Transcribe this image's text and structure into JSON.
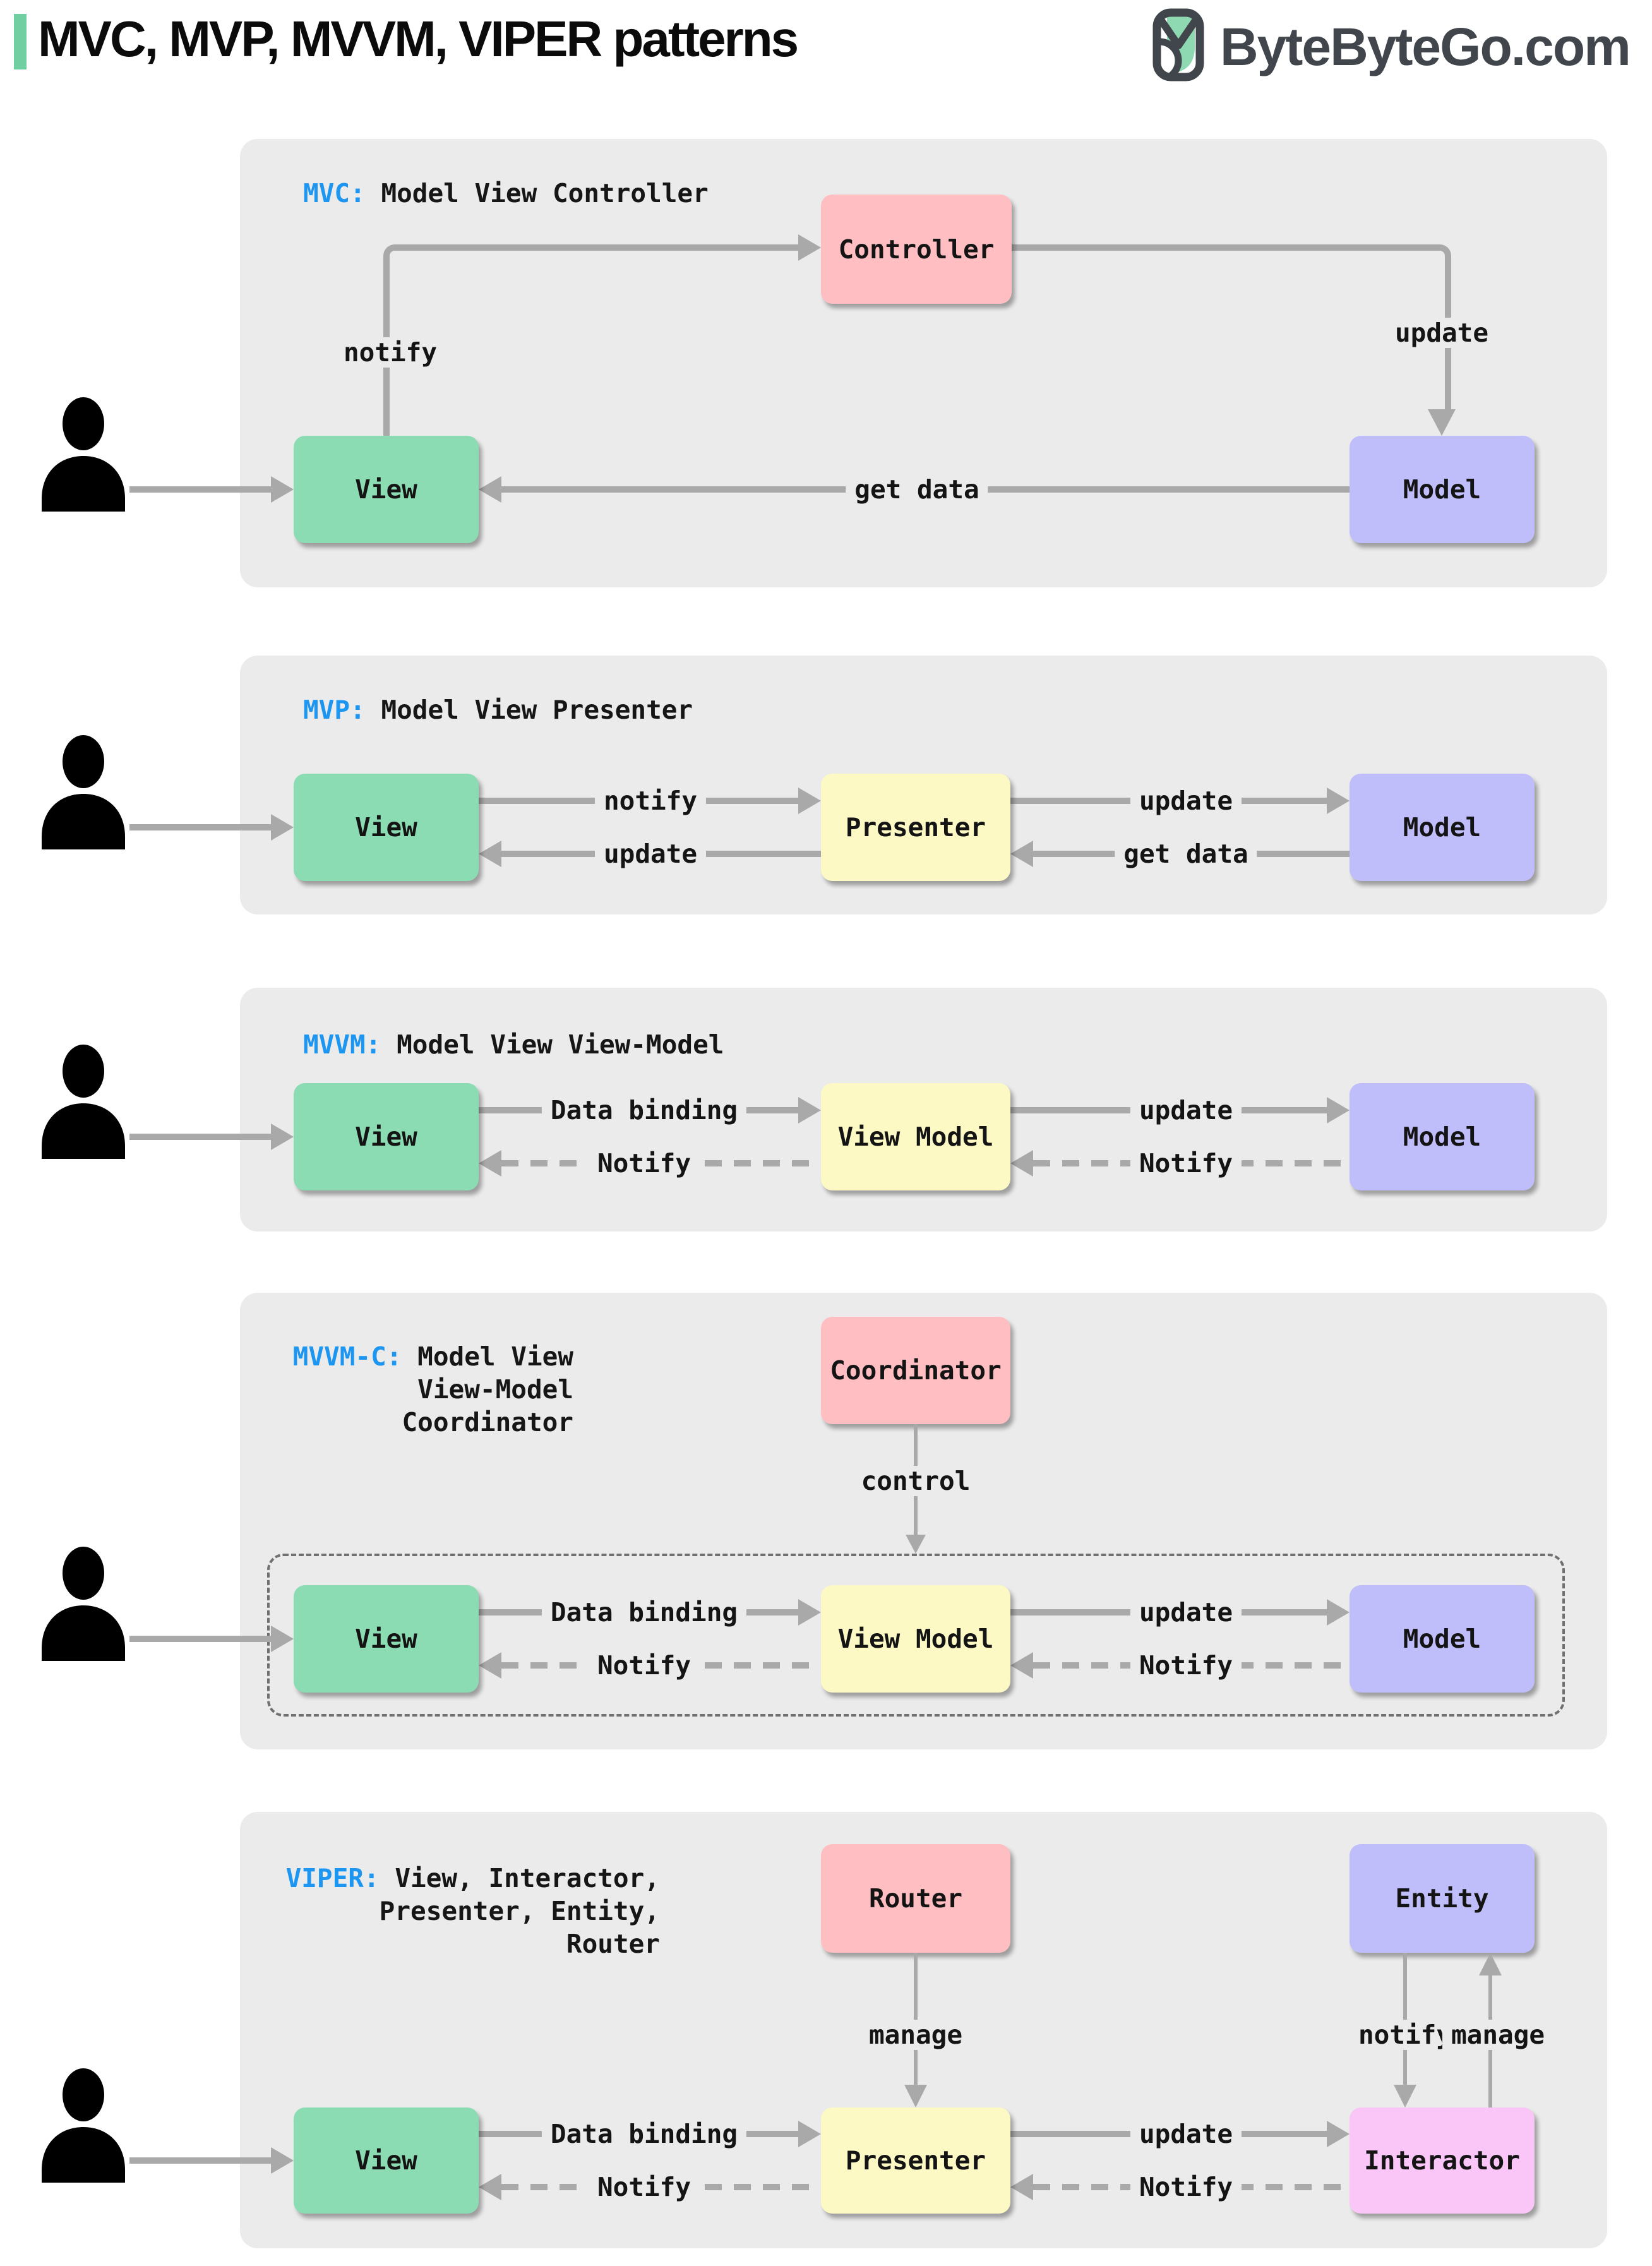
{
  "page": {
    "title": "MVC, MVP, MVVM, VIPER patterns",
    "brand": "ByteByteGo.com"
  },
  "colors": {
    "accent_green": "#6fcfa3",
    "keyword_blue": "#1d96f2",
    "panel_gray": "#ebebeb",
    "arrow_gray": "#a9a9a9",
    "box_view_green": "#8cdcb3",
    "box_pink": "#ffbfc2",
    "box_purple": "#bfbdfa",
    "box_yellow": "#fcf9c5",
    "box_magenta": "#f9c6f7",
    "brand_dark": "#40464b"
  },
  "icons": {
    "person": "person-silhouette-icon",
    "brand": "bytebytego-bird-icon"
  },
  "panels": {
    "mvc": {
      "kw": "MVC:",
      "name": "Model View Controller",
      "boxes": {
        "controller": "Controller",
        "view": "View",
        "model": "Model"
      },
      "labels": {
        "notify": "notify",
        "update": "update",
        "get_data": "get data"
      }
    },
    "mvp": {
      "kw": "MVP:",
      "name": "Model View Presenter",
      "boxes": {
        "view": "View",
        "presenter": "Presenter",
        "model": "Model"
      },
      "labels": {
        "notify": "notify",
        "update_left": "update",
        "update_right": "update",
        "get_data": "get data"
      }
    },
    "mvvm": {
      "kw": "MVVM:",
      "name": "Model View View-Model",
      "boxes": {
        "view": "View",
        "view_model": "View Model",
        "model": "Model"
      },
      "labels": {
        "data_binding": "Data binding",
        "notify_left": "Notify",
        "update": "update",
        "notify_right": "Notify"
      }
    },
    "mvvmc": {
      "kw": "MVVM-C:",
      "name_line1": "Model View",
      "name_line2": "View-Model",
      "name_line3": "Coordinator",
      "boxes": {
        "coordinator": "Coordinator",
        "view": "View",
        "view_model": "View Model",
        "model": "Model"
      },
      "labels": {
        "control": "control",
        "data_binding": "Data binding",
        "notify_left": "Notify",
        "update": "update",
        "notify_right": "Notify"
      }
    },
    "viper": {
      "kw": "VIPER:",
      "name_line1": "View, Interactor,",
      "name_line2": "Presenter, Entity,",
      "name_line3": "Router",
      "boxes": {
        "router": "Router",
        "entity": "Entity",
        "view": "View",
        "presenter": "Presenter",
        "interactor": "Interactor"
      },
      "labels": {
        "manage_router": "manage",
        "notify_entity": "notify",
        "manage_entity": "manage",
        "data_binding": "Data binding",
        "notify_left": "Notify",
        "update": "update",
        "notify_right": "Notify"
      }
    }
  }
}
